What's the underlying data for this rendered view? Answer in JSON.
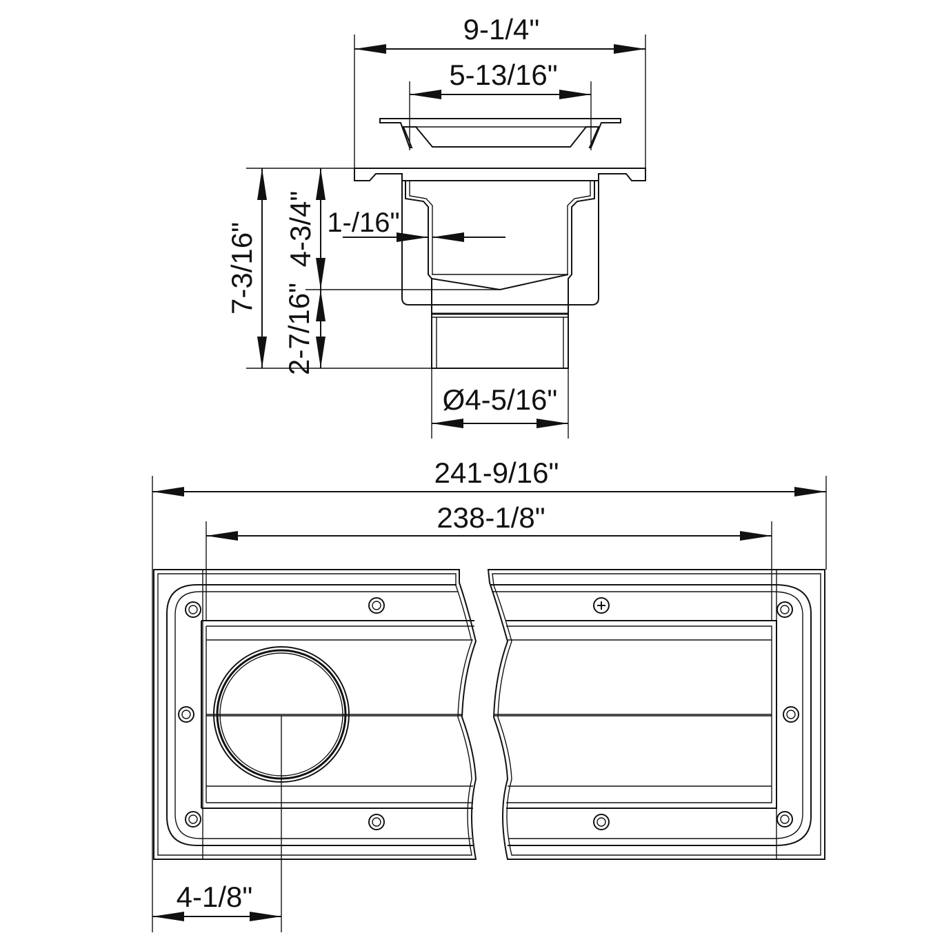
{
  "drawing": {
    "side_view": {
      "dim_overall_width": "9-1/4\"",
      "dim_grate_width": "5-13/16\"",
      "dim_total_height": "7-3/16\"",
      "dim_body_height": "4-3/4\"",
      "dim_outlet_height": "2-7/16\"",
      "dim_wall_offset": "1-/16\"",
      "dim_outlet_diameter": "Ø4-5/16\""
    },
    "plan_view": {
      "dim_overall_length": "241-9/16\"",
      "dim_inner_length": "238-1/8\"",
      "dim_outlet_offset": "4-1/8\""
    }
  }
}
